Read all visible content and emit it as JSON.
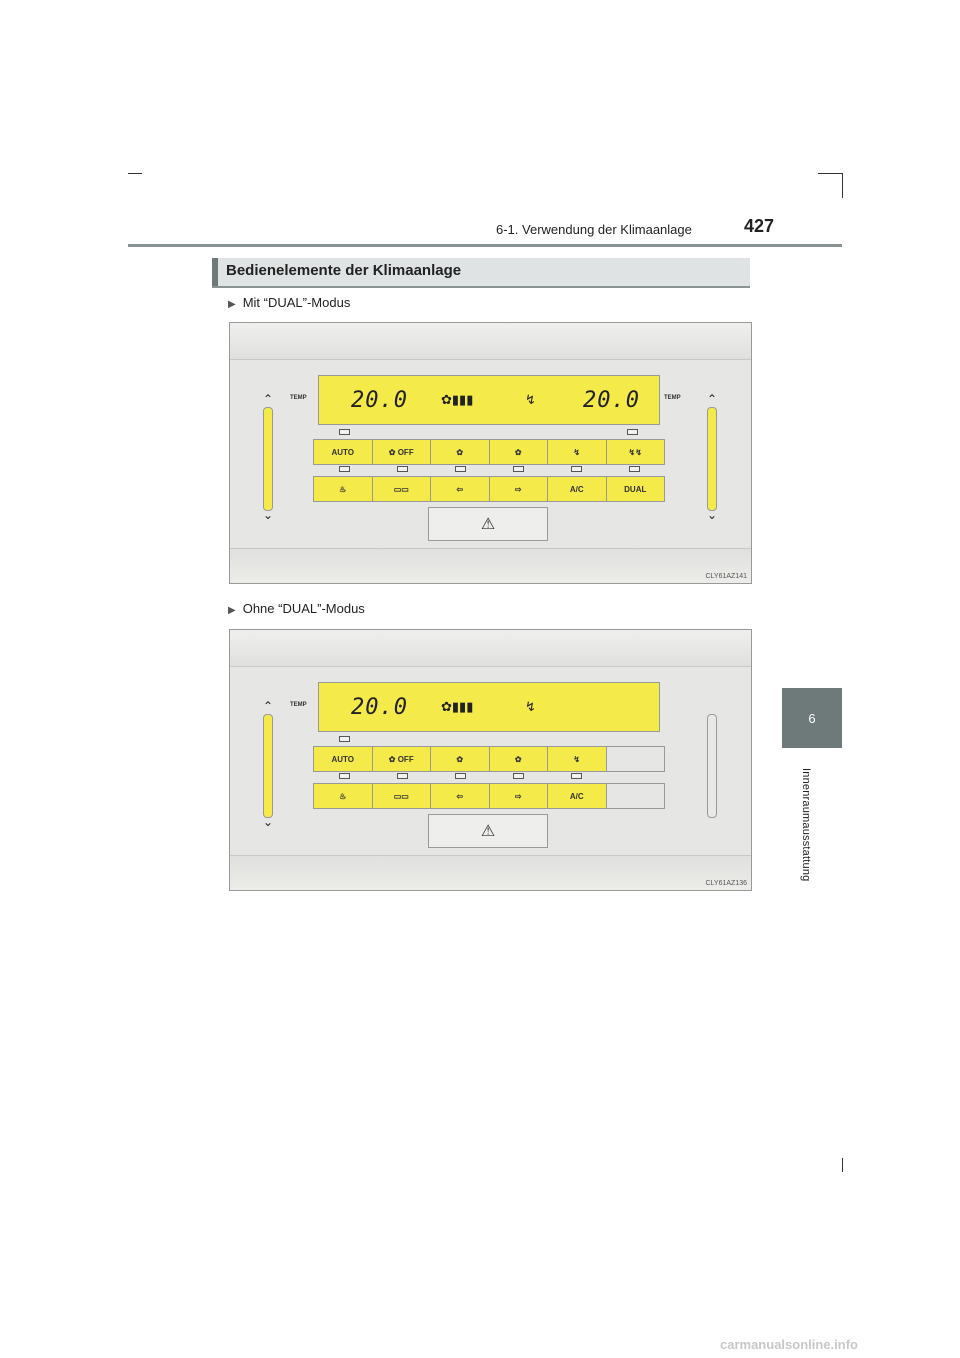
{
  "header": {
    "section": "6-1. Verwendung der Klimaanlage",
    "page_number": "427",
    "chapter_number": "6",
    "chapter_title": "Innenraumausstattung"
  },
  "heading": "Bedienelemente der Klimaanlage",
  "panels": [
    {
      "caption": "Mit “DUAL”-Modus",
      "code": "CLY61AZ141",
      "temp_left": "20.0",
      "temp_right": "20.0",
      "temp_label": "TEMP",
      "row1": [
        "AUTO",
        "✿ OFF",
        "✿",
        "✿",
        "↯",
        "↯↯"
      ],
      "row2": [
        "♨",
        "▭▭",
        "⇦",
        "⇨",
        "A/C",
        "DUAL"
      ]
    },
    {
      "caption": "Ohne “DUAL”-Modus",
      "code": "CLY61AZ136",
      "temp_left": "20.0",
      "temp_label": "TEMP",
      "row1": [
        "AUTO",
        "✿ OFF",
        "✿",
        "✿",
        "↯",
        ""
      ],
      "row2": [
        "♨",
        "▭▭",
        "⇦",
        "⇨",
        "A/C",
        ""
      ]
    }
  ],
  "watermark": "carmanualsonline.info"
}
